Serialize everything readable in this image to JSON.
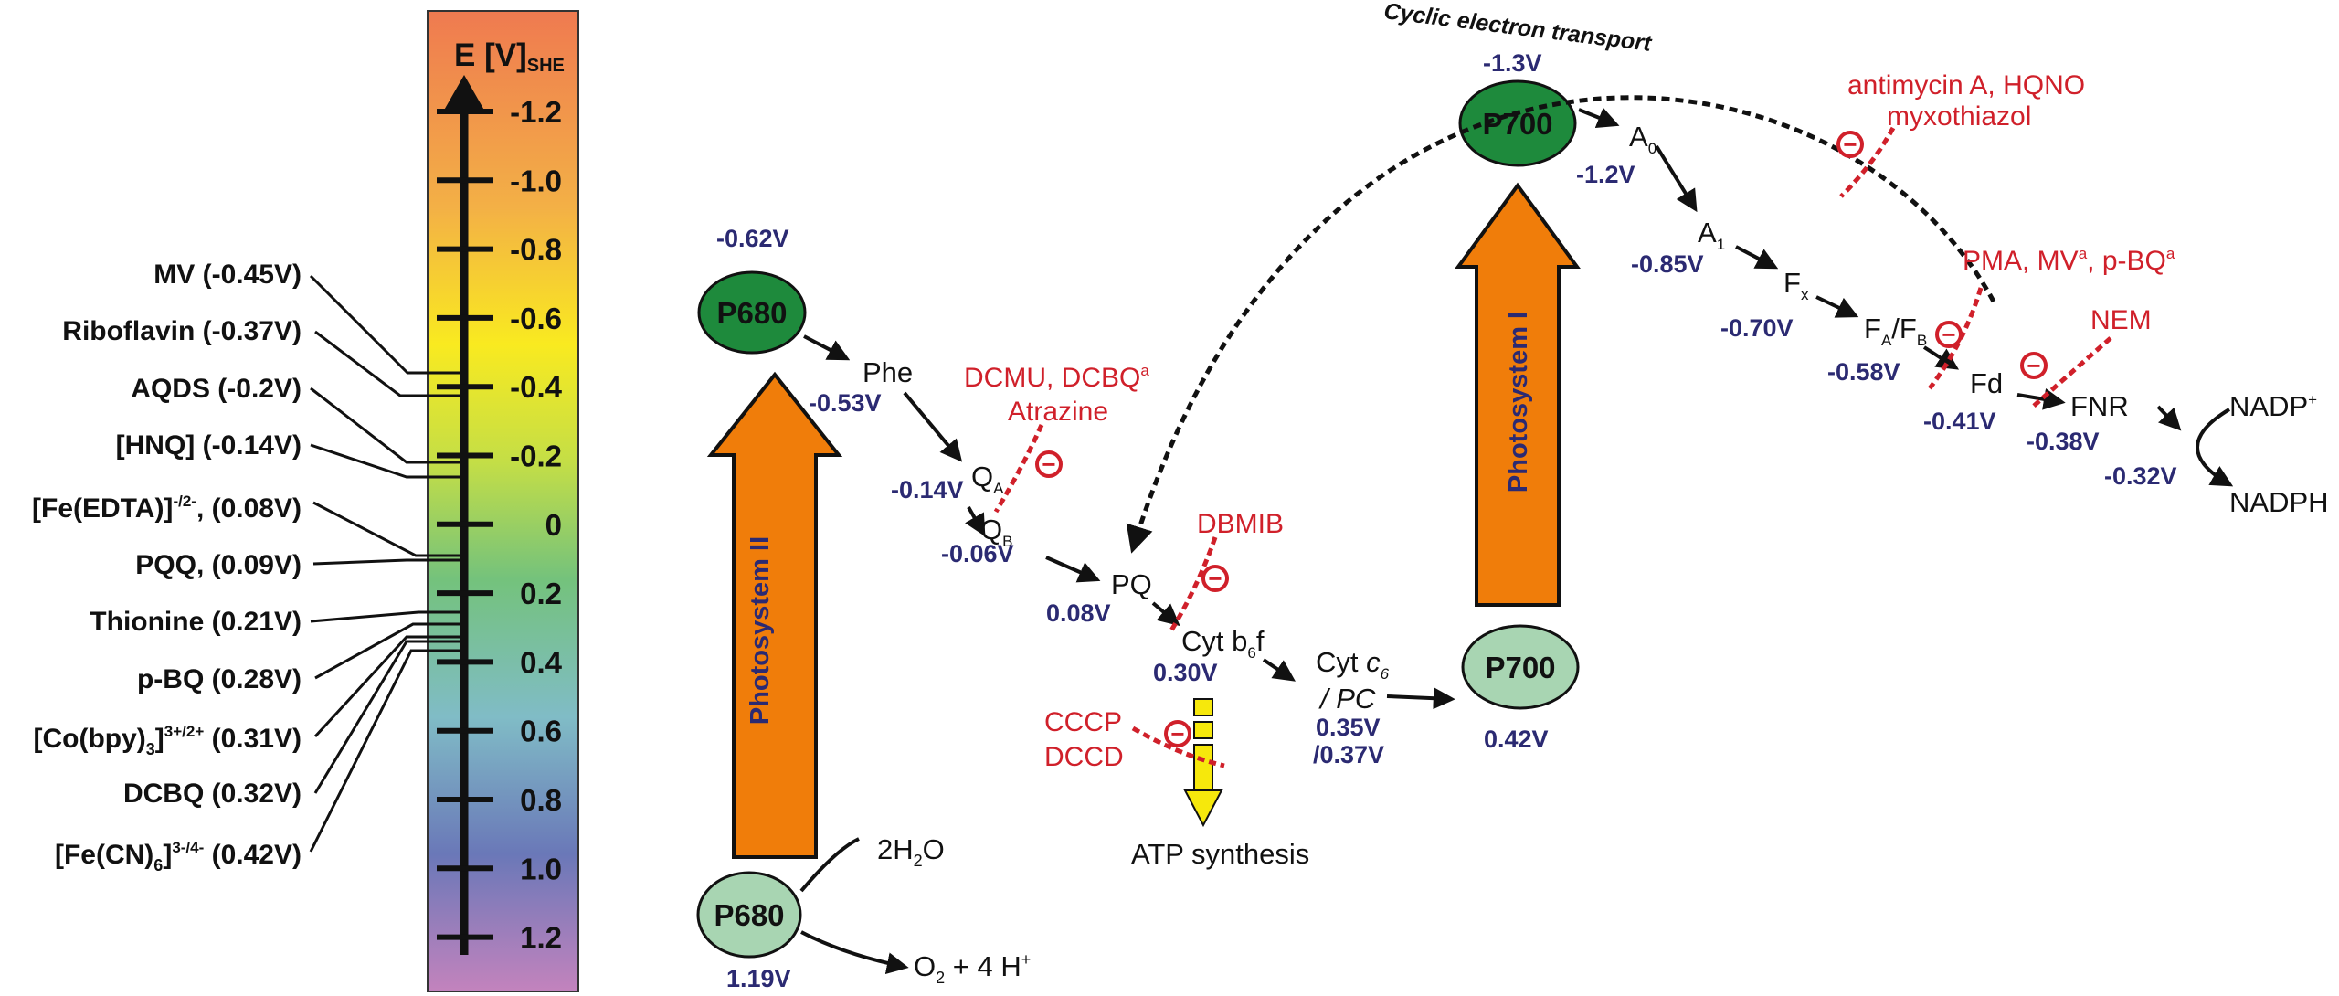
{
  "scale": {
    "title_main": "E [V]",
    "title_sub": "SHE",
    "ticks": [
      "-1.2",
      "-1.0",
      "-0.8",
      "-0.6",
      "-0.4",
      "-0.2",
      "0",
      "0.2",
      "0.4",
      "0.6",
      "0.8",
      "1.0",
      "1.2"
    ]
  },
  "mediators": [
    {
      "name": "MV (-0.45V)",
      "value": -0.45
    },
    {
      "name": "Riboflavin (-0.37V)",
      "value": -0.37
    },
    {
      "name": "AQDS (-0.2V)",
      "value": -0.2
    },
    {
      "name": "[HNQ] (-0.14V)",
      "value": -0.14
    },
    {
      "main": "[Fe(EDTA)]",
      "sup": "-/2-",
      "tail": ", (0.08V)",
      "value": 0.08
    },
    {
      "name": "PQQ, (0.09V)",
      "value": 0.09
    },
    {
      "name": "Thionine (0.21V)",
      "value": 0.21
    },
    {
      "name": "p-BQ (0.28V)",
      "value": 0.28
    },
    {
      "main": "[Co(bpy)",
      "sub": "3",
      "main2": "]",
      "sup": "3+/2+",
      "tail": " (0.31V)",
      "value": 0.31
    },
    {
      "name": "DCBQ (0.32V)",
      "value": 0.32
    },
    {
      "main": "[Fe(CN)",
      "sub": "6",
      "main2": "]",
      "sup": "3-/4-",
      "tail": " (0.42V)",
      "value": 0.42
    }
  ],
  "nodes": {
    "p680_excited": "P680",
    "p680_ground": "P680",
    "p700_excited": "P700",
    "p700_ground": "P700",
    "ps2": "Photosystem II",
    "ps1": "Photosystem I"
  },
  "species": {
    "phe": "Phe",
    "qa": "Q",
    "qa_sub": "A",
    "qb": "Q",
    "qb_sub": "B",
    "pq": "PQ",
    "cytb6f_main": "Cyt b",
    "cytb6f_sub": "6",
    "cytb6f_tail": "f",
    "cytc6_main": "Cyt ",
    "cytc6_italic": "c",
    "cytc6_sub": "6",
    "pc_line": "/ PC",
    "a0": "A",
    "a0_sub": "0",
    "a1": "A",
    "a1_sub": "1",
    "fx": "F",
    "fx_sub": "x",
    "fafb_1": "F",
    "fafb_1_sub": "A",
    "fafb_mid": "/F",
    "fafb_2_sub": "B",
    "fd": "Fd",
    "fnr": "FNR",
    "nadp": "NADP",
    "nadp_sup": "+",
    "nadph": "NADPH",
    "water": "2H",
    "water_sub": "2",
    "water_tail": "O",
    "o2_main": "O",
    "o2_sub": "2",
    "o2_tail": " + 4 H",
    "o2_sup": "+",
    "atp": "ATP synthesis",
    "cyclic": "Cyclic electron transport"
  },
  "potentials": {
    "p680_excited": "-0.62V",
    "p680_ground": "1.19V",
    "phe": "-0.53V",
    "qa": "-0.14V",
    "qb": "-0.06V",
    "pq": "0.08V",
    "cytb6f": "0.30V",
    "cytc6_1": "0.35V",
    "cytc6_2": "/0.37V",
    "p700_ground": "0.42V",
    "p700_excited": "-1.3V",
    "a0": "-1.2V",
    "a1": "-0.85V",
    "fx": "-0.70V",
    "fafb": "-0.58V",
    "fd": "-0.41V",
    "fnr": "-0.38V",
    "nadp": "-0.32V"
  },
  "inhibitors": {
    "dcmu_1": "DCMU, DCBQ",
    "dcmu_sup": "a",
    "atrazine": "Atrazine",
    "dbmib": "DBMIB",
    "cccp": "CCCP",
    "dccd": "DCCD",
    "antimycin": "antimycin A, HQNO",
    "myxothiazol": "myxothiazol",
    "pma_1": "PMA, MV",
    "pma_sup1": "a",
    "pma_2": ", p-BQ",
    "pma_sup2": "a",
    "nem": "NEM",
    "symbol": "−"
  },
  "colors": {
    "dark_green": "#1e8a3c",
    "light_green": "#a8d5b2",
    "orange": "#f07d0a",
    "potential_blue": "#2b2a72",
    "inhibitor_red": "#d0202a",
    "atp_yellow": "#f6e80c"
  }
}
